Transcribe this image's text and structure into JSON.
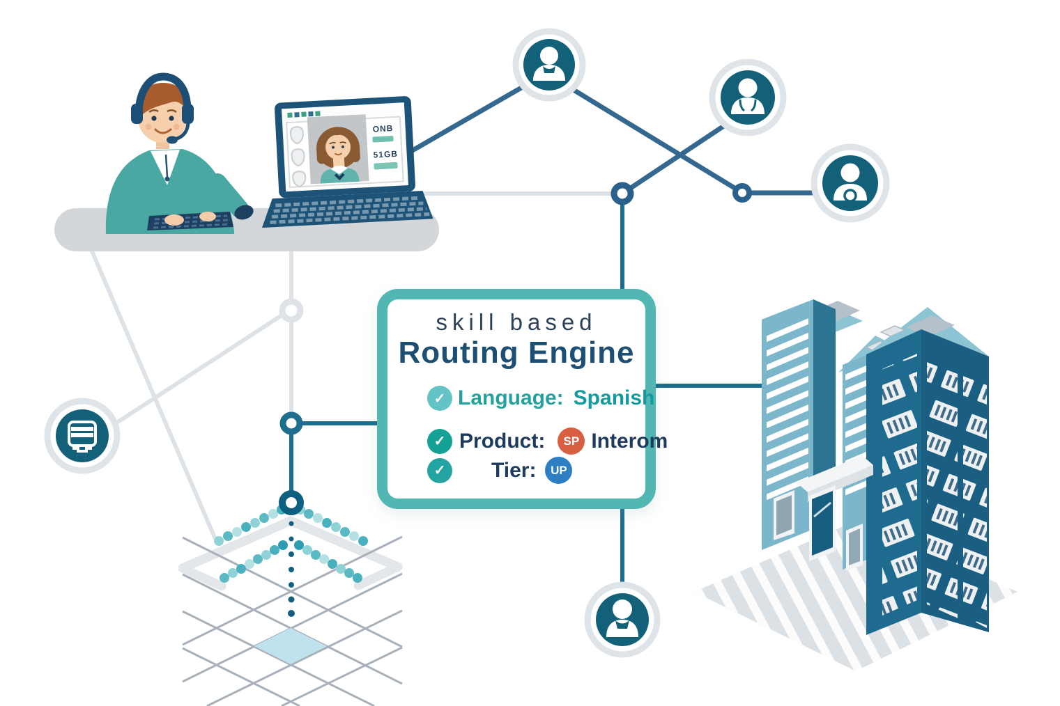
{
  "illustration": {
    "card": {
      "title_line1": "skill based",
      "title_line2": "Routing Engine",
      "check_glyph": "✓",
      "rows": [
        {
          "label": "Language:",
          "value": "Spanish"
        },
        {
          "label": "Product:",
          "badge": "SP",
          "value": "Interom"
        },
        {
          "label": "Tier:",
          "badge": "UP"
        }
      ]
    },
    "laptop_screen": {
      "stat_label_1": "ONB",
      "stat_label_2": "51GB"
    },
    "icons": [
      "headset-agent-icon",
      "laptop-icon",
      "user-avatar-icon",
      "doctor-avatar-icon",
      "pendant-avatar-icon",
      "customer-avatar-icon",
      "server-icon",
      "office-building-icon",
      "network-node-icon",
      "queue-grid-icon"
    ],
    "colors": {
      "card_border_teal": "#52b7b2",
      "title_navy": "#1d4e73",
      "subtitle_slate": "#2c4157",
      "language_teal": "#24a19c",
      "check_light_teal": "#63c3c6",
      "check_dark_teal": "#16a195",
      "badge_sp_red": "#d95f43",
      "badge_up_blue": "#2d7ec2",
      "connector_steel_blue": "#35688f",
      "connector_teal": "#1c6d8e",
      "connector_light_gray": "#dde2e7",
      "avatar_teal": "#136079",
      "building_light_blue": "#7cb6ca",
      "building_dark_blue": "#1f6b8f"
    }
  }
}
